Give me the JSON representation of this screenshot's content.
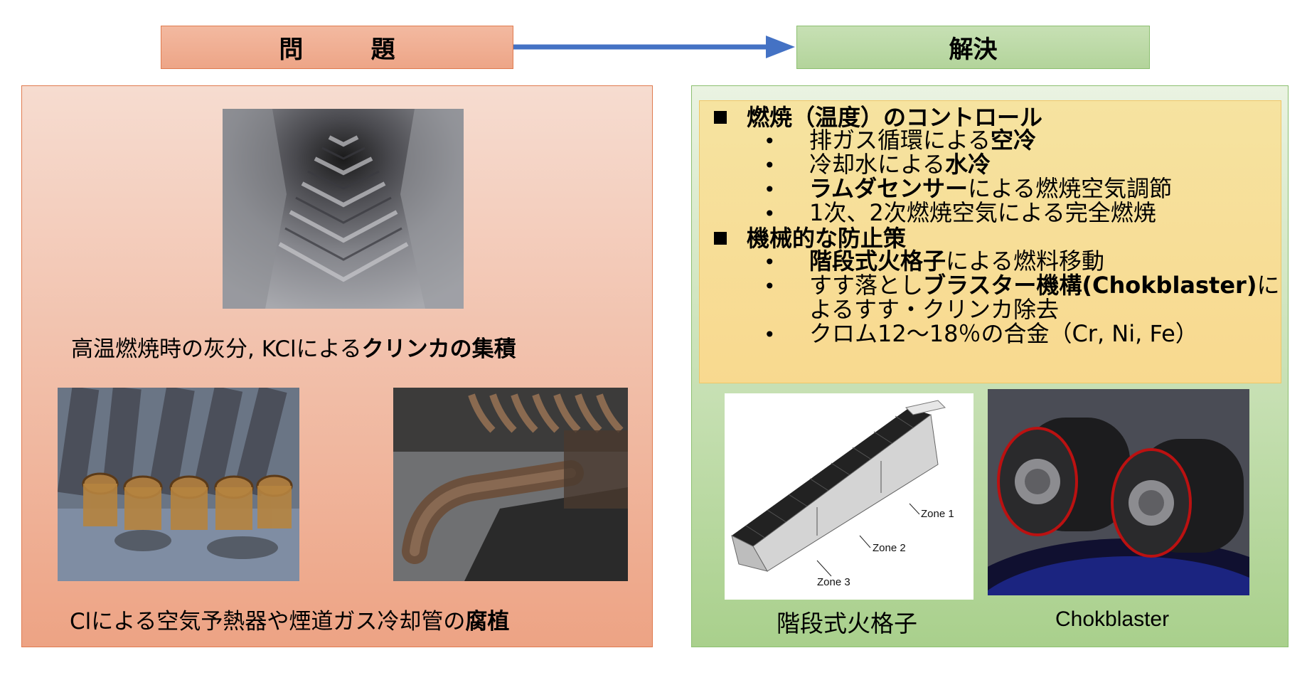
{
  "headers": {
    "problem": "問　題",
    "solution": "解決"
  },
  "problem": {
    "caption1": {
      "pre": "高温燃焼時の灰分, KClによる",
      "bold": "クリンカの集積"
    },
    "caption2": {
      "pre": "Clによる空気予熱器や煙道ガス冷却管の",
      "bold": "腐植"
    }
  },
  "solution": {
    "sections": [
      {
        "heading": "燃焼（温度）のコントロール",
        "bullets": [
          {
            "pre": "排ガス循環による",
            "bold": "空冷",
            "post": ""
          },
          {
            "pre": "冷却水による",
            "bold": "水冷",
            "post": ""
          },
          {
            "pre": "",
            "bold": "ラムダセンサー",
            "post": "による燃焼空気調節"
          },
          {
            "pre": "1次、2次燃焼空気による完全燃焼",
            "bold": "",
            "post": ""
          }
        ]
      },
      {
        "heading": "機械的な防止策",
        "bullets": [
          {
            "pre": "",
            "bold": "階段式火格子",
            "post": "による燃料移動"
          },
          {
            "pre": "すす落とし",
            "bold": "ブラスター機構(Chokblaster)",
            "post": "に",
            "cont": "よるすす・クリンカ除去"
          },
          {
            "pre": "クロム12〜18％の合金（Cr, Ni, Fe）",
            "bold": "",
            "post": ""
          }
        ]
      }
    ],
    "bullet_glyph": "•",
    "grate_zones": [
      "Zone 1",
      "Zone 2",
      "Zone 3"
    ],
    "caption_grate": "階段式火格子",
    "caption_chok": "Chokblaster"
  },
  "colors": {
    "problem_fill": "#eda587",
    "problem_border": "#e07b4f",
    "solution_fill": "#b3d49b",
    "solution_border": "#8cbf70",
    "highlight_box": "#f8d98f",
    "arrow": "#4472c4"
  }
}
